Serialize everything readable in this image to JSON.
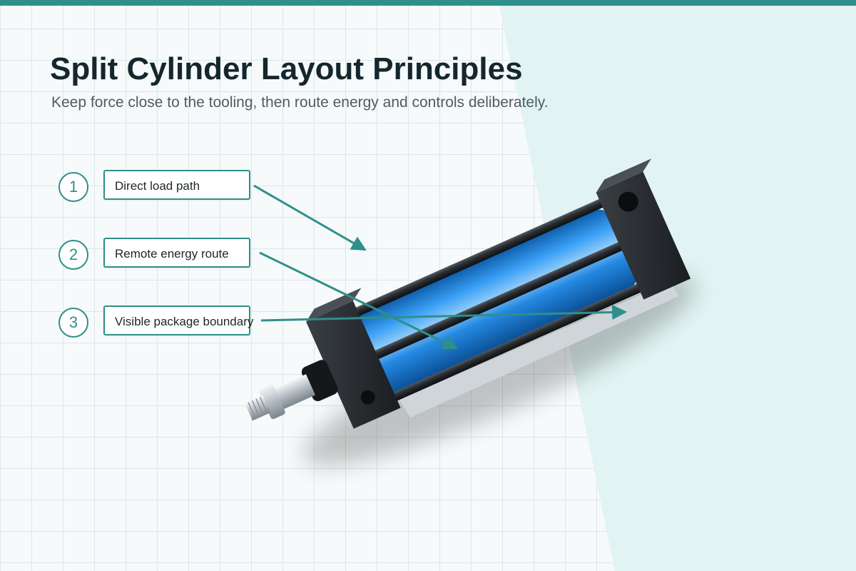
{
  "header": {
    "title": "Split Cylinder Layout Principles",
    "subtitle": "Keep force close to the tooling, then route energy and controls deliberately."
  },
  "callouts": [
    {
      "number": "1",
      "label": "Direct load path"
    },
    {
      "number": "2",
      "label": "Remote energy route"
    },
    {
      "number": "3",
      "label": "Visible package boundary"
    }
  ],
  "colors": {
    "accent": "#2f8f8a",
    "cylinder_blue": "#1e86e0",
    "end_cap": "#2b2f33",
    "background_panel": "#e1f3f2"
  },
  "icons": [
    "hydraulic-cylinder-illustration"
  ]
}
